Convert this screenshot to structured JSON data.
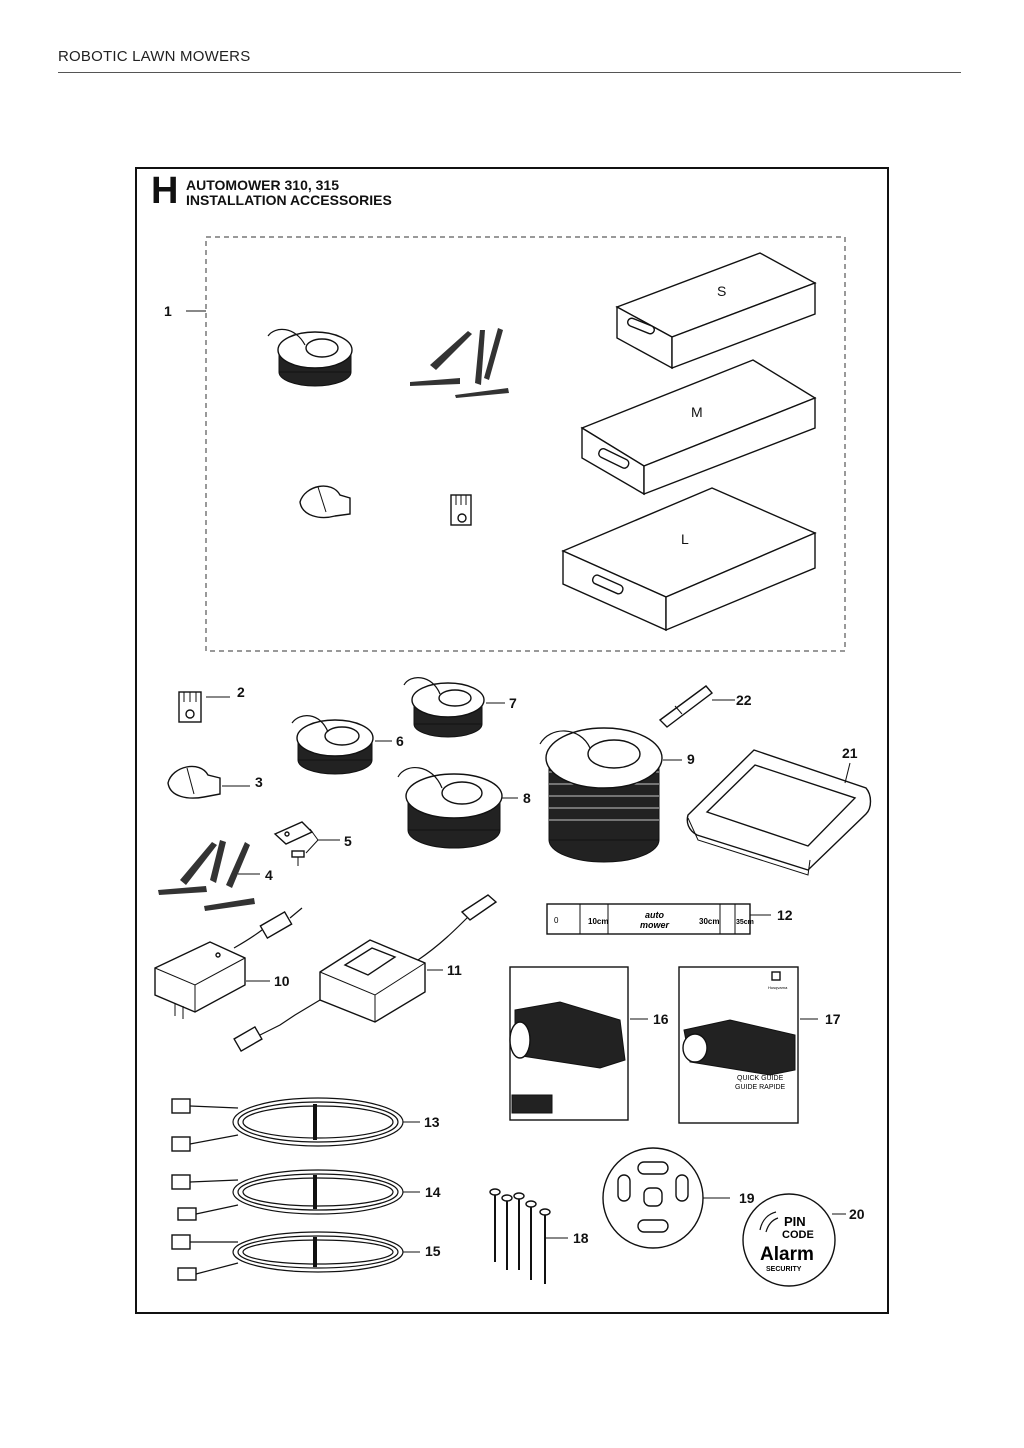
{
  "header": {
    "title": "ROBOTIC LAWN MOWERS"
  },
  "section": {
    "letter": "H",
    "title_line1": "AUTOMOWER 310, 315",
    "title_line2": "INSTALLATION ACCESSORIES"
  },
  "kit": {
    "sizes": [
      "S",
      "M",
      "L"
    ]
  },
  "callouts": [
    "1",
    "2",
    "3",
    "4",
    "5",
    "6",
    "7",
    "8",
    "9",
    "10",
    "11",
    "12",
    "13",
    "14",
    "15",
    "16",
    "17",
    "18",
    "19",
    "20",
    "21",
    "22"
  ],
  "ruler": {
    "mark_0": "0",
    "mark_10": "10cm",
    "brand_line1": "auto",
    "brand_line2": "mower",
    "mark_30": "30cm",
    "mark_35": "35cm"
  },
  "booklet17": {
    "brand": "Husqvarna",
    "line1": "QUICK GUIDE",
    "line2": "GUIDE RAPIDE"
  },
  "sticker20": {
    "line1": "PIN",
    "line2": "CODE",
    "line3": "Alarm",
    "line4": "SECURITY"
  }
}
